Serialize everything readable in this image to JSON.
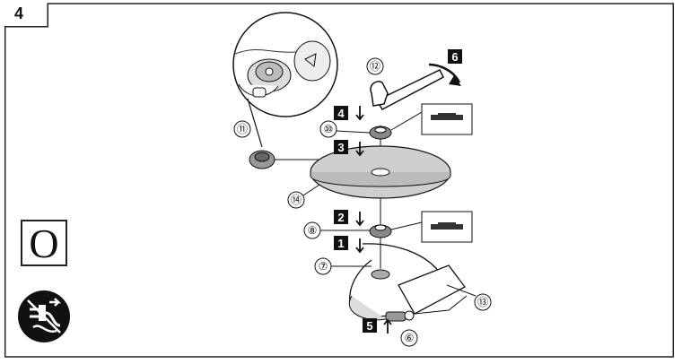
{
  "figure": {
    "number": "4"
  },
  "mode_symbol": {
    "letter": "O"
  },
  "icons": {
    "unplug": "unplug-power-cord-icon"
  },
  "steps": [
    "1",
    "2",
    "3",
    "4",
    "5",
    "6"
  ],
  "callouts": [
    "⑥",
    "⑦",
    "⑧",
    "⑩",
    "⑪",
    "⑫",
    "⑬",
    "⑭"
  ],
  "colors": {
    "ink": "#111111",
    "disc": "#cfcfcf",
    "step_bg": "#111111"
  }
}
